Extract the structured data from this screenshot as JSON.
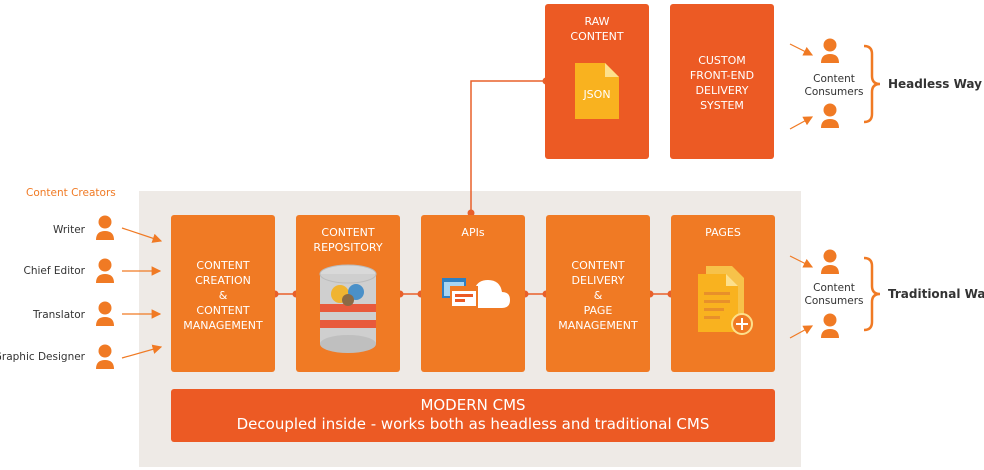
{
  "creators": {
    "heading": "Content Creators",
    "roles": [
      "Writer",
      "Chief Editor",
      "Translator",
      "Graphic Designer"
    ]
  },
  "top_boxes": {
    "raw_content": "RAW\nCONTENT",
    "json_label": "JSON",
    "custom_frontend": "CUSTOM\nFRONT-END\nDELIVERY\nSYSTEM"
  },
  "modules": [
    {
      "label": "CONTENT\nCREATION\n&\nCONTENT\nMANAGEMENT"
    },
    {
      "label": "CONTENT\nREPOSITORY"
    },
    {
      "label": "APIs"
    },
    {
      "label": "CONTENT\nDELIVERY\n&\nPAGE\nMANAGEMENT"
    },
    {
      "label": "PAGES"
    }
  ],
  "consumers": {
    "headless_label": "Content\nConsumers",
    "traditional_label": "Content\nConsumers",
    "headless_way": "Headless Way",
    "traditional_way": "Traditional Way"
  },
  "cms": {
    "title": "MODERN CMS",
    "subtitle": "Decoupled inside - works both as headless and traditional CMS"
  },
  "colors": {
    "orange": "#f07a24",
    "dark_orange": "#ec5a24",
    "panel": "#eeeae6"
  }
}
